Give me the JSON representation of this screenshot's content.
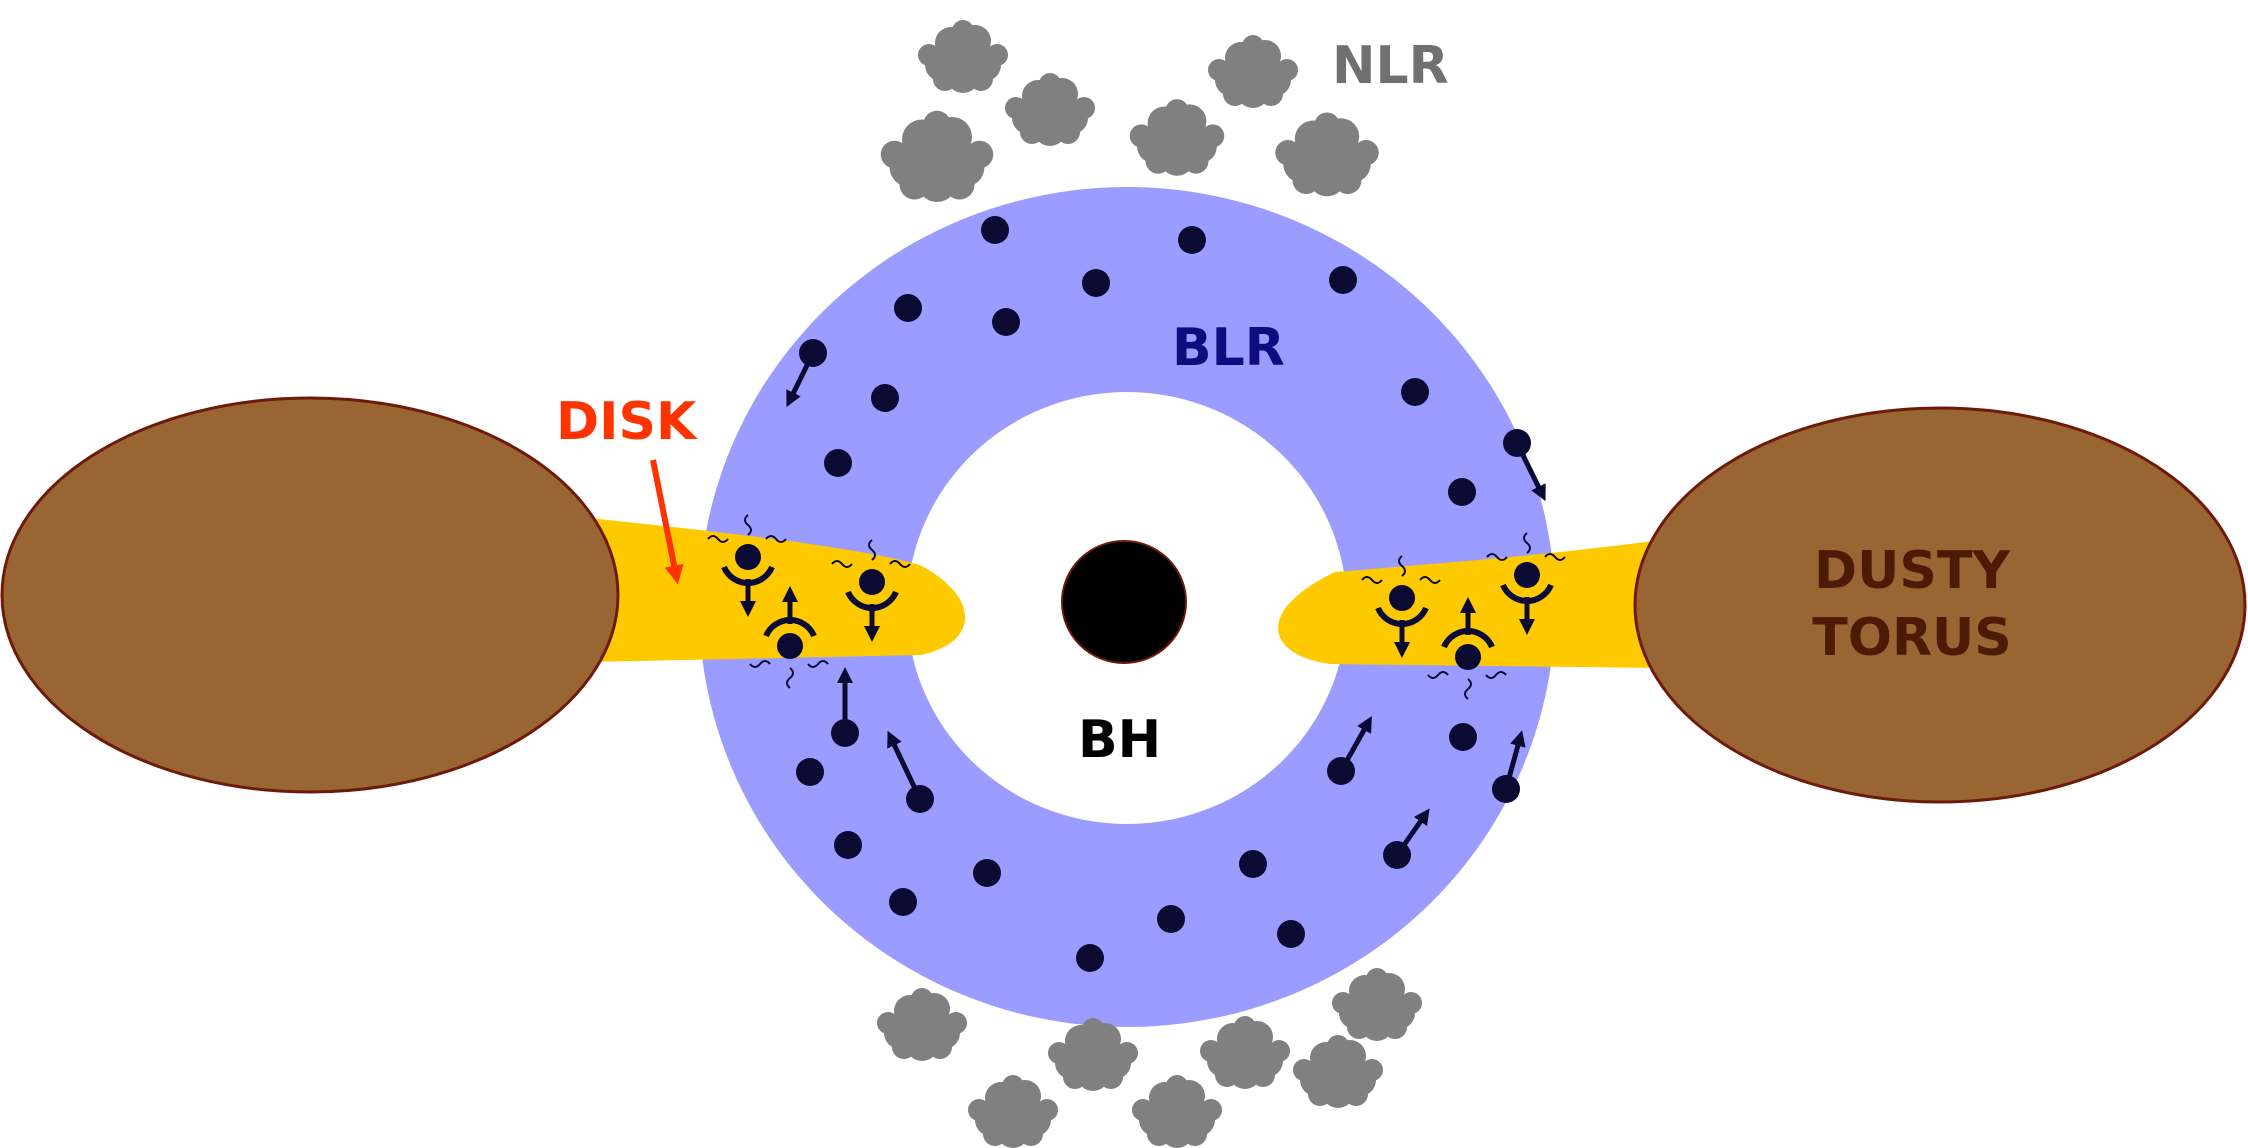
{
  "labels": {
    "nlr": "NLR",
    "blr": "BLR",
    "disk": "DISK",
    "bh": "BH",
    "torus_line1": "DUSTY",
    "torus_line2": "TORUS"
  },
  "colors": {
    "blr": "#9b9cff",
    "disk": "#ffc900",
    "torus": "#996633",
    "torus_outline": "#6e1a0a",
    "cloud": "#808080",
    "cloud_dot": "#0a0a33",
    "bh": "#000000",
    "label_nlr": "#707070",
    "label_blr": "#0d0d80",
    "label_disk": "#ff3300",
    "label_bh": "#000000",
    "label_torus": "#4d1a05"
  }
}
